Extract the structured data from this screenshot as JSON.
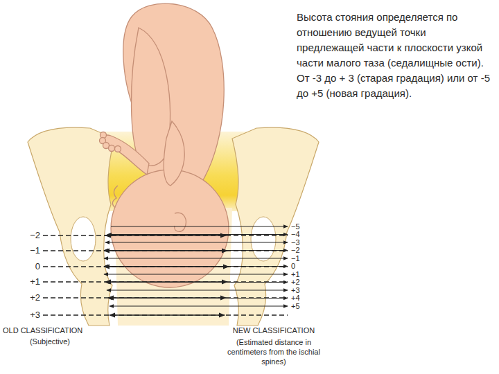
{
  "diagram": {
    "labels": [
      "Высота стояния определяется по отношению ведущей точки предлежащей части к плоскости узкой части малого таза (седалищные ости). От -3 до + 3 (старая градация) или от -5 до +5 (новая градация).",
      "−2",
      "−1",
      "0",
      "+1",
      "+2",
      "+3",
      "−5",
      "−4",
      "−3",
      "−2",
      "−1",
      "0",
      "+1",
      "+2",
      "+3",
      "+4",
      "+5",
      "OLD CLASSIFICATION",
      "(Subjective)",
      "NEW CLASSIFICATION",
      "(Estimated distance in centimeters from the ischial spines)"
    ]
  }
}
